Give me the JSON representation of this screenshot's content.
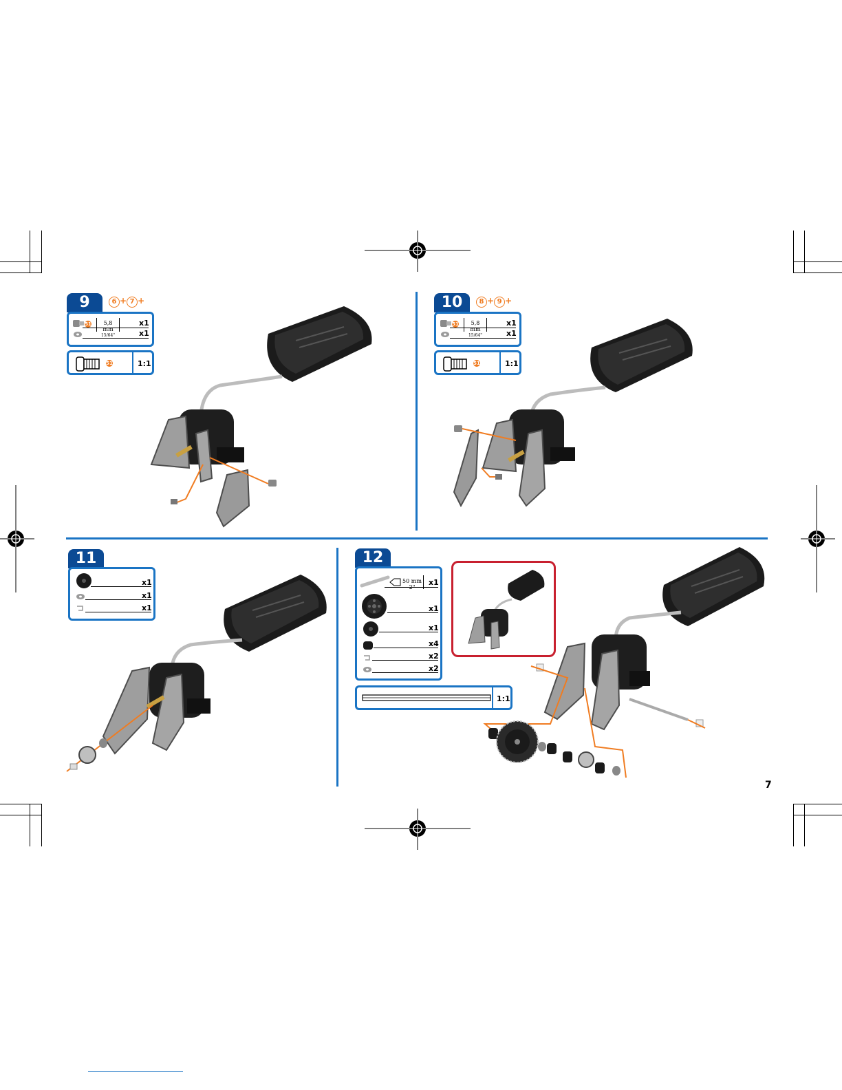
{
  "page_number": "7",
  "steps": [
    {
      "number": "9",
      "prereq": [
        "6",
        "7"
      ],
      "parts": [
        {
          "icon": "screw-nut-icon",
          "badge": "51",
          "measure_mm": "5,8 mm",
          "measure_in": "15/64\"",
          "qty": "x1"
        },
        {
          "icon": "nut-icon",
          "qty": "x1"
        }
      ],
      "scale_part_badge": "51",
      "scale": "1:1"
    },
    {
      "number": "10",
      "prereq": [
        "8",
        "9"
      ],
      "parts": [
        {
          "icon": "screw-nut-icon",
          "badge": "51",
          "measure_mm": "5,8 mm",
          "measure_in": "15/64\"",
          "qty": "x1"
        },
        {
          "icon": "nut-icon",
          "qty": "x1"
        }
      ],
      "scale_part_badge": "51",
      "scale": "1:1"
    },
    {
      "number": "11",
      "parts": [
        {
          "icon": "gear-icon",
          "qty": "x1"
        },
        {
          "icon": "washer-icon",
          "qty": "x1"
        },
        {
          "icon": "clip-icon",
          "qty": "x1"
        }
      ]
    },
    {
      "number": "12",
      "parts": [
        {
          "icon": "axle-icon",
          "measure_mm": "50 mm",
          "measure_in": "2\"",
          "qty": "x1"
        },
        {
          "icon": "large-gear-icon",
          "qty": "x1"
        },
        {
          "icon": "small-gear-icon",
          "qty": "x1"
        },
        {
          "icon": "spacer-icon",
          "qty": "x4"
        },
        {
          "icon": "clip-icon",
          "qty": "x2"
        },
        {
          "icon": "washer-icon",
          "qty": "x2"
        }
      ],
      "scale": "1:1"
    }
  ],
  "colors": {
    "step_blue": "#0b4a94",
    "frame_blue": "#1a74c4",
    "accent_orange": "#f07c21",
    "highlight_red": "#c8202f"
  }
}
